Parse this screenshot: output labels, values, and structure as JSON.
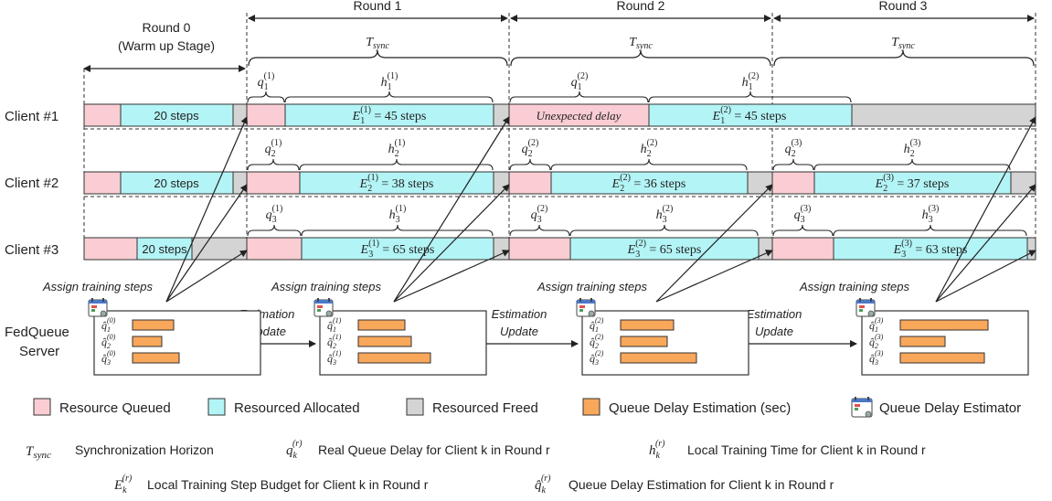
{
  "rounds": [
    {
      "title": "Round 0",
      "subtitle": "(Warm up Stage)"
    },
    {
      "title": "Round 1",
      "sync": "T",
      "sync_sub": "sync"
    },
    {
      "title": "Round 2",
      "sync": "T",
      "sync_sub": "sync"
    },
    {
      "title": "Round 3",
      "sync": "T",
      "sync_sub": "sync"
    }
  ],
  "clients": [
    {
      "label": "Client #1",
      "warmup_steps": "20 steps",
      "rounds": [
        {
          "q_sym": "q",
          "q_sub": "1",
          "q_sup": "(1)",
          "h_sym": "h",
          "h_sub": "1",
          "h_sup": "(1)",
          "e_sym": "E",
          "e_sub": "1",
          "e_sup": "(1)",
          "e_text": " = 45 steps"
        },
        {
          "q_sym": "q",
          "q_sub": "1",
          "q_sup": "(2)",
          "h_sym": "h",
          "h_sub": "1",
          "h_sup": "(2)",
          "e_sym": "E",
          "e_sub": "1",
          "e_sup": "(2)",
          "e_text": " = 45 steps",
          "delay_label": "Unexpected delay"
        }
      ]
    },
    {
      "label": "Client #2",
      "warmup_steps": "20 steps",
      "rounds": [
        {
          "q_sym": "q",
          "q_sub": "2",
          "q_sup": "(1)",
          "h_sym": "h",
          "h_sub": "2",
          "h_sup": "(1)",
          "e_sym": "E",
          "e_sub": "2",
          "e_sup": "(1)",
          "e_text": " = 38 steps"
        },
        {
          "q_sym": "q",
          "q_sub": "2",
          "q_sup": "(2)",
          "h_sym": "h",
          "h_sub": "2",
          "h_sup": "(2)",
          "e_sym": "E",
          "e_sub": "2",
          "e_sup": "(2)",
          "e_text": " = 36 steps"
        },
        {
          "q_sym": "q",
          "q_sub": "2",
          "q_sup": "(3)",
          "h_sym": "h",
          "h_sub": "2",
          "h_sup": "(3)",
          "e_sym": "E",
          "e_sub": "2",
          "e_sup": "(3)",
          "e_text": " = 37 steps"
        }
      ]
    },
    {
      "label": "Client #3",
      "warmup_steps": "20 steps",
      "rounds": [
        {
          "q_sym": "q",
          "q_sub": "3",
          "q_sup": "(1)",
          "h_sym": "h",
          "h_sub": "3",
          "h_sup": "(1)",
          "e_sym": "E",
          "e_sub": "3",
          "e_sup": "(1)",
          "e_text": " = 65 steps"
        },
        {
          "q_sym": "q",
          "q_sub": "3",
          "q_sup": "(2)",
          "h_sym": "h",
          "h_sub": "3",
          "h_sup": "(2)",
          "e_sym": "E",
          "e_sub": "3",
          "e_sup": "(2)",
          "e_text": " = 65 steps"
        },
        {
          "q_sym": "q",
          "q_sub": "3",
          "q_sup": "(3)",
          "h_sym": "h",
          "h_sub": "3",
          "h_sup": "(3)",
          "e_sym": "E",
          "e_sub": "3",
          "e_sup": "(3)",
          "e_text": " = 63 steps"
        }
      ]
    }
  ],
  "server": {
    "label_line1": "FedQueue",
    "label_line2": "Server",
    "assign_label": "Assign training steps",
    "estimation_line1": "Estimation",
    "estimation_line2": "Update",
    "estimator_icon": "calendar-gear-icon",
    "boxes": [
      {
        "round": "(0)",
        "bar_fractions": [
          0.35,
          0.25,
          0.4
        ]
      },
      {
        "round": "(1)",
        "bar_fractions": [
          0.4,
          0.45,
          0.62
        ]
      },
      {
        "round": "(2)",
        "bar_fractions": [
          0.45,
          0.4,
          0.65
        ]
      },
      {
        "round": "(3)",
        "bar_fractions": [
          0.75,
          0.38,
          0.72
        ]
      }
    ]
  },
  "legend": {
    "queued": "Resource Queued",
    "allocated": "Resourced Allocated",
    "freed": "Resourced Freed",
    "estimation": "Queue Delay Estimation (sec)",
    "estimator": "Queue Delay Estimator"
  },
  "notation": {
    "t_sync": "Synchronization Horizon",
    "q": "Real Queue Delay for Client k in Round r",
    "h": "Local Training Time for Client k in Round r",
    "e": "Local Training Step Budget for Client k in Round r",
    "qhat": "Queue Delay Estimation for Client k in Round r"
  },
  "colors": {
    "queued": "#f9cdd3",
    "allocated": "#b3f4f6",
    "freed": "#d4d4d4",
    "estimation": "#f9a75a",
    "border": "#333333"
  }
}
